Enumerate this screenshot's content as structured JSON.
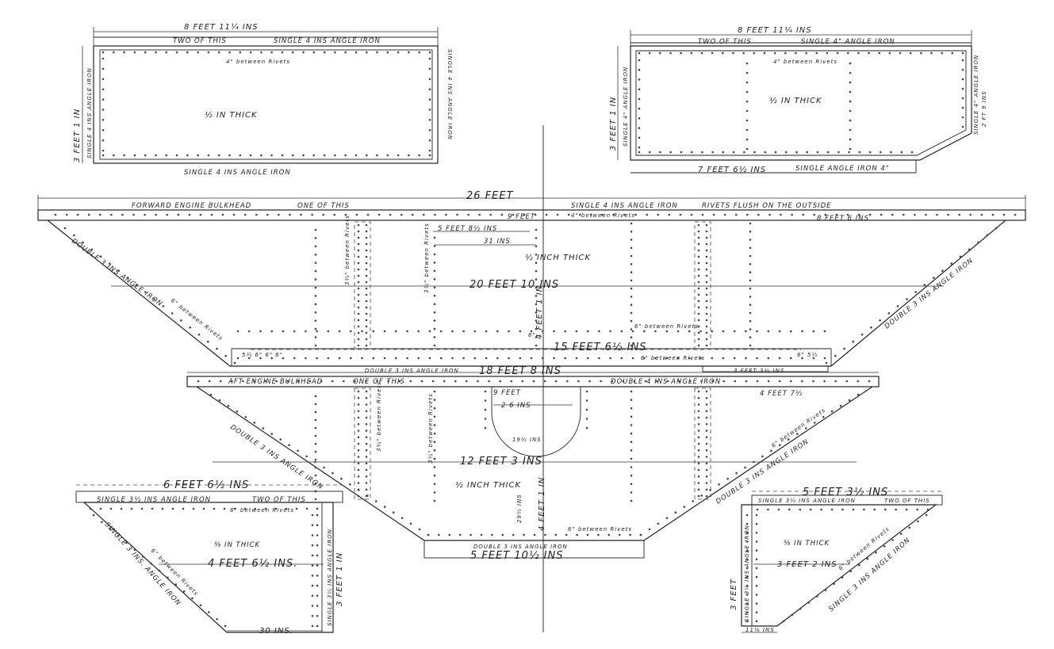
{
  "panel_top_left": {
    "width_dim": "8 FEET 11¼ INS",
    "note": "TWO OF THIS",
    "top_iron": "SINGLE 4 INS ANGLE IRON",
    "rivet_note": "4\" between Rivets",
    "thickness": "½ IN THICK",
    "height_dim": "3 FEET 1 IN",
    "left_iron": "SINGLE 4 INS ANGLE IRON",
    "right_iron": "SINGLE 4 INS ANGLE IRON",
    "bottom_iron": "SINGLE 4 INS ANGLE IRON"
  },
  "panel_top_right": {
    "width_dim": "8 FEET 11¼ INS",
    "note": "TWO OF THIS",
    "top_iron": "SINGLE 4\" ANGLE IRON",
    "rivet_note": "4\" between Rivets",
    "thickness": "½ IN THICK",
    "height_dim": "3 FEET 1 IN",
    "left_iron": "SINGLE 4\" ANGLE IRON",
    "right_iron": "SINGLE 4\" ANGLE IRON",
    "right_height": "2 FT 9 INS",
    "bottom_dim": "7 FEET 6½ INS",
    "bottom_iron": "SINGLE ANGLE IRON 4\""
  },
  "forward_bulkhead": {
    "width_dim": "26 FEET",
    "title": "FORWARD ENGINE BULKHEAD",
    "note": "ONE OF THIS",
    "top_iron": "SINGLE 4 INS ANGLE IRON",
    "rivet_flush": "RIVETS FLUSH ON THE OUTSIDE",
    "top_rivets": "4\" between Rivets",
    "right_dim": "8 FEET 6 INS",
    "dim_9ft": "9 FEET",
    "dim_5ft": "5 FEET 8½ INS",
    "dim_31": "31 INS",
    "thickness": "½ INCH THICK",
    "dim_20ft": "20 FEET 10 INS",
    "height_dim": "4 FEET 1 IN",
    "dim_15ft": "15 FEET 6½ INS",
    "left_iron": "DOUBLE 3 INS ANGLE IRON",
    "right_iron": "DOUBLE 3 INS ANGLE IRON",
    "bottom_iron": "DOUBLE 3 INS ANGLE IRON",
    "left_rivets": "6\" between Rivets",
    "center_rivets": "6\" between Rivets",
    "bottom_rivets": "6\" between Rivets",
    "spacing_left": "5½  6\"  6\"  6\"",
    "spacing_right": "6\"  5½",
    "bottom_right_dim": "3 FEET 3¼ INS",
    "stiffener_note": "3¼\" between Rivets",
    "stiffener_note_b": "3½\" between Rivets",
    "rivet_six": "6\""
  },
  "aft_bulkhead": {
    "width_dim": "18 FEET 8 INS",
    "title": "AFT ENGINE BULKHEAD",
    "note": "ONE OF THIS",
    "top_iron": "DOUBLE 4 INS ANGLE IRON",
    "dim_9ft": "9 FEET",
    "dim_26": "2 6 INS",
    "right_dim": "4 FEET 7½",
    "dim_19": "19½ INS",
    "dim_12ft": "12 FEET 3 INS",
    "thickness": "½ INCH THICK",
    "height_dim": "4 FEET 1 IN",
    "dim_29": "29½ INS",
    "left_iron": "DOUBLE 3 INS ANGLE IRON",
    "right_iron": "DOUBLE 3 INS ANGLE IRON",
    "bottom_iron": "DOUBLE 3 INS ANGLE IRON",
    "bottom_dim": "5 FEET 10½ INS",
    "left_rivets": "3¼\" between Rivets",
    "center_rivets": "3½\" between Rivets",
    "bottom_rivets": "6\" between Rivets",
    "right_rivets": "6\" between Rivets"
  },
  "panel_bottom_left": {
    "width_dim": "6 FEET 6½ INS",
    "top_iron": "SINGLE 3½ INS ANGLE IRON",
    "note": "TWO OF THIS",
    "rivets": "6\" between Rivets",
    "thickness": "⅜ IN THICK",
    "dim_4ft": "4 FEET 6½ INS.",
    "left_iron": "SINGLE 3 INS. ANGLE IRON",
    "right_iron": "SINGLE 3½ INS ANGLE IRON",
    "height_dim": "3 FEET 1 IN",
    "bottom_dim": "30 INS.",
    "left_rivets": "6\" between Rivets"
  },
  "panel_bottom_right": {
    "width_dim": "5 FEET 3½ INS",
    "top_iron": "SINGLE 3½ INS ANGLE IRON",
    "note": "TWO OF THIS",
    "thickness": "⅜ IN THICK",
    "dim_3ft": "3 FEET 2 INS",
    "left_iron": "SINGLE 3½ INS ANGLE IRON",
    "height_dim": "3 FEET",
    "right_iron": "SINGLE 3 INS ANGLE IRON",
    "bottom_dim": "11⅛ INS",
    "rivets": "6\" between Rivets"
  }
}
